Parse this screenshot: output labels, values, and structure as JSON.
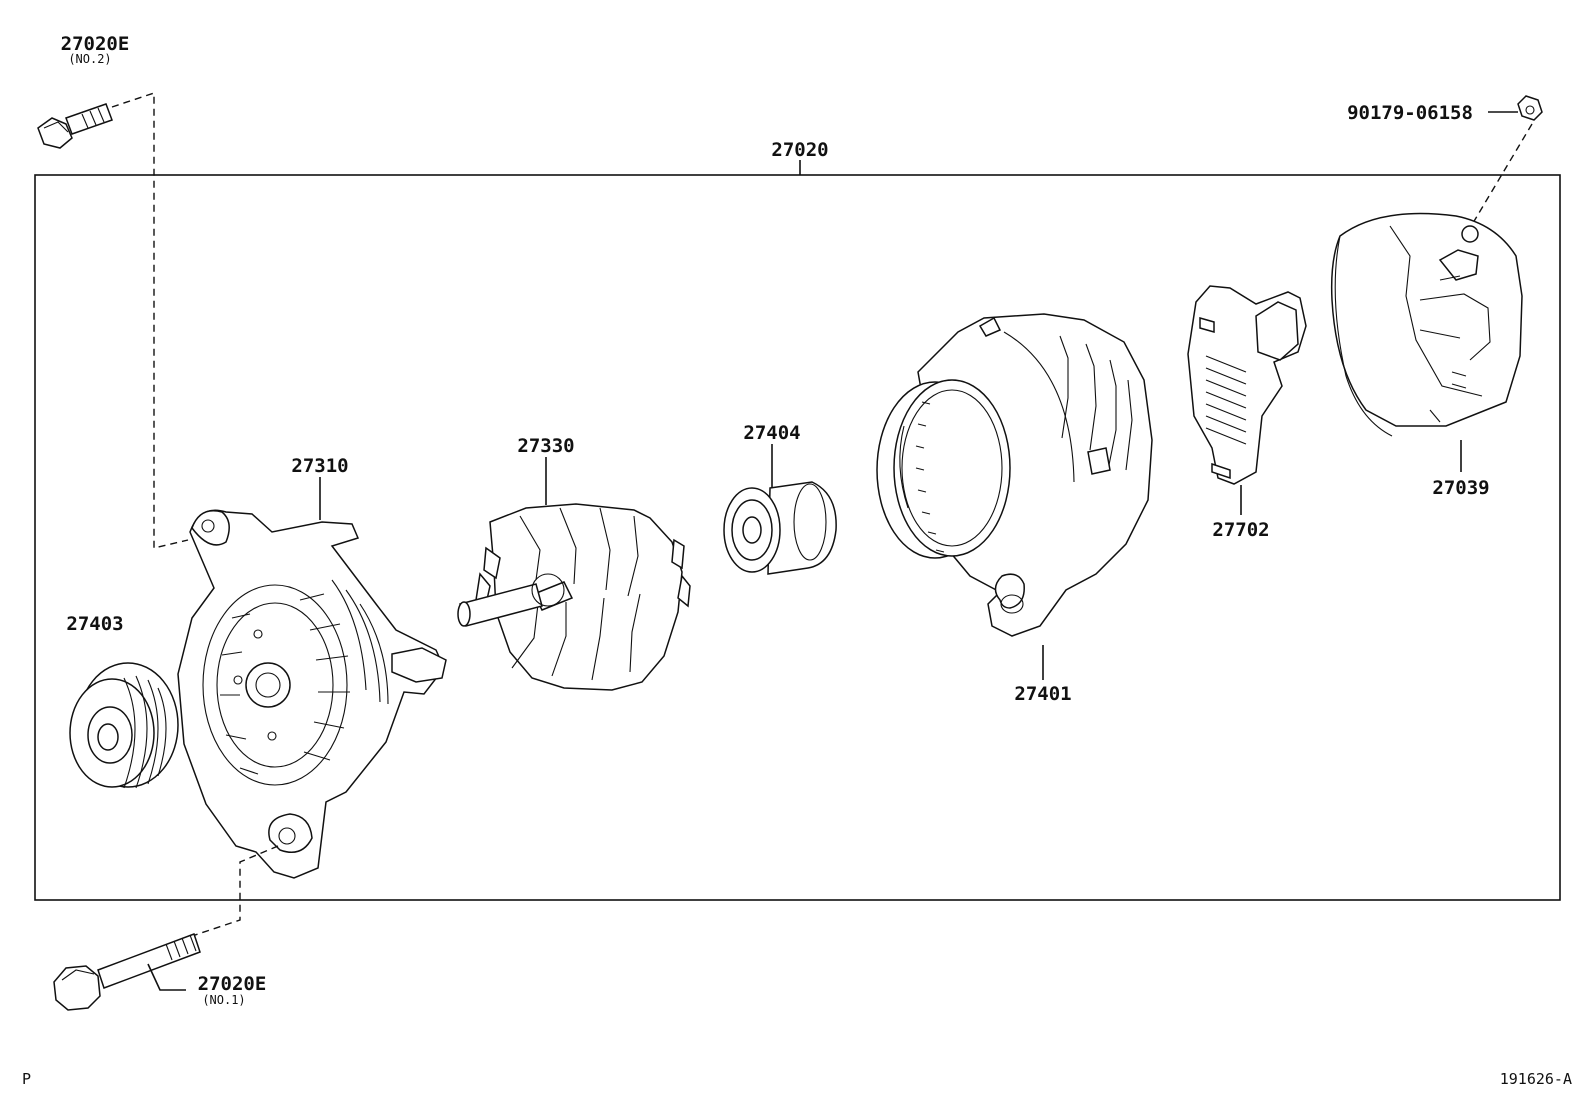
{
  "diagram": {
    "assembly": {
      "number": "27020"
    },
    "parts": [
      {
        "number": "27020E",
        "note": "(NO.2)"
      },
      {
        "number": "90179-06158"
      },
      {
        "number": "27310"
      },
      {
        "number": "27330"
      },
      {
        "number": "27404"
      },
      {
        "number": "27401"
      },
      {
        "number": "27702"
      },
      {
        "number": "27039"
      },
      {
        "number": "27403"
      },
      {
        "number": "27020E",
        "note": "(NO.1)"
      }
    ],
    "footer": {
      "left": "P",
      "right": "191626-A"
    }
  }
}
